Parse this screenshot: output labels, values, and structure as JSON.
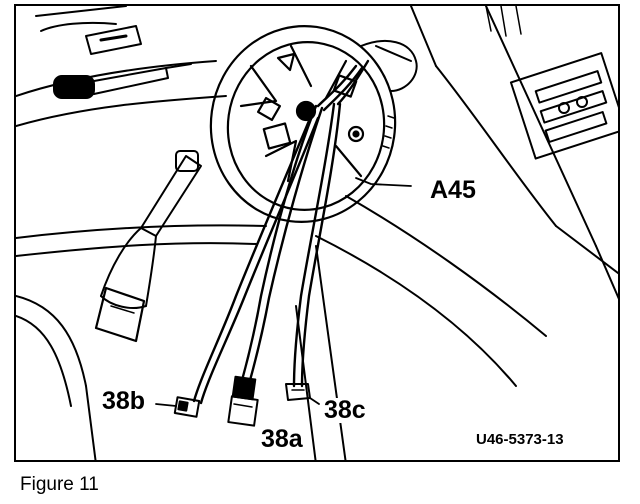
{
  "figure": {
    "callouts": {
      "a45": "A45",
      "c38a": "38a",
      "c38b": "38b",
      "c38c": "38c"
    },
    "reference_code": "U46-5373-13"
  },
  "caption": "Figure 11",
  "colors": {
    "ink": "#000000",
    "paper": "#ffffff"
  }
}
